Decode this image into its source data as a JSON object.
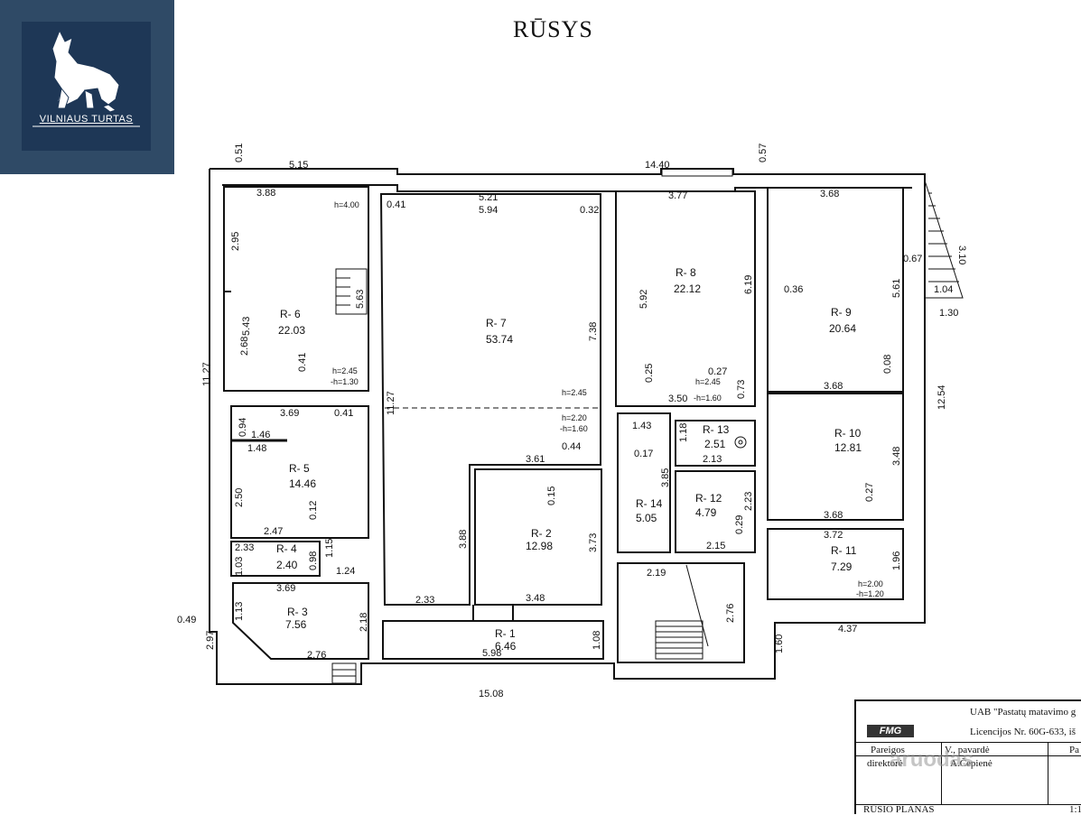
{
  "logo": {
    "brand": "VILNIAUS TURTAS",
    "icon": "wolf-icon",
    "bg": "#2f4a66",
    "inner": "#1e3756"
  },
  "title": "RŪSYS",
  "rooms": [
    {
      "id": "R- 1",
      "area": "6.46"
    },
    {
      "id": "R- 2",
      "area": "12.98"
    },
    {
      "id": "R- 3",
      "area": "7.56"
    },
    {
      "id": "R- 4",
      "area": "2.40"
    },
    {
      "id": "R- 5",
      "area": "14.46"
    },
    {
      "id": "R- 6",
      "area": "22.03"
    },
    {
      "id": "R- 7",
      "area": "53.74"
    },
    {
      "id": "R- 8",
      "area": "22.12"
    },
    {
      "id": "R- 9",
      "area": "20.64"
    },
    {
      "id": "R- 10",
      "area": "12.81"
    },
    {
      "id": "R- 11",
      "area": "7.29"
    },
    {
      "id": "R- 12",
      "area": "4.79"
    },
    {
      "id": "R- 13",
      "area": "2.51"
    },
    {
      "id": "R- 14",
      "area": "5.05"
    }
  ],
  "dims": {
    "outer_left_h": "11.27",
    "top_left": "5.15",
    "top_total": "14.40",
    "top_gap_left": "0.51",
    "top_gap_right": "0.57",
    "bottom_total": "15.08",
    "right_outer": "12.54",
    "bottom_left_h": "2.97",
    "bottom_left_w": "0.49",
    "bottom_right": "4.37",
    "bottom_right_h": "1.60",
    "r6_top": "3.88",
    "r6_left": "2.95",
    "r6_height": "5.43",
    "r6_side": "2.68",
    "r6_stair": "5.63",
    "r6_h": "h=4.00",
    "r6_bottom_a": "0.41",
    "r6_h2": "h=2.45",
    "r6_h3": "-h=1.30",
    "r7_top_a": "5.21",
    "r7_top_b": "5.94",
    "r7_left_gap": "0.41",
    "r7_right_gap": "0.32",
    "r7_right": "7.38",
    "r7_left": "11.27",
    "r7_h": "h=2.45",
    "r7_h2": "h=2.20",
    "r7_h3": "-h=1.60",
    "r7_bottom": "2.33",
    "r7_inner": "3.88",
    "r7_door": "0.44",
    "r7_door2": "0.17",
    "r8_top": "3.77",
    "r8_left": "5.92",
    "r8_right": "6.19",
    "r8_gap": "0.36",
    "r8_d1": "0.25",
    "r8_d2": "0.27",
    "r8_h": "h=2.45",
    "r8_bottom": "3.50",
    "r8_h2": "-h=1.60",
    "r8_d3": "0.73",
    "r9_top": "3.68",
    "r9_right": "5.61",
    "r9_gap": "0.67",
    "r9_stair": "3.10",
    "r9_ext": "1.04",
    "r9_ext2": "1.30",
    "r9_bottom": "3.68",
    "r9_d": "0.08",
    "r10_right": "3.48",
    "r10_bottom": "3.68",
    "r10_d": "0.27",
    "r11_top": "3.72",
    "r11_right": "1.96",
    "r11_h": "h=2.00",
    "r11_h2": "-h=1.20",
    "r13_left": "1.43",
    "r13_d": "1.18",
    "r13_bottom": "2.13",
    "r14_d": "3.85",
    "r12_right": "2.23",
    "r12_d": "0.29",
    "r12_bottom": "2.15",
    "stair_w": "2.19",
    "stair_h": "2.76",
    "r2_top": "3.61",
    "r2_d": "0.15",
    "r2_right": "3.73",
    "r2_bottom": "3.48",
    "r1_bottom": "5.98",
    "r1_right": "1.08",
    "r5_top": "3.69",
    "r5_left_a": "0.94",
    "r5_d1": "1.46",
    "r5_d2": "1.48",
    "r5_left": "2.50",
    "r5_bottom": "2.47",
    "r5_d3": "0.12",
    "r5_door": "0.41",
    "r4_left": "2.33",
    "r4_h": "1.03",
    "r4_d": "0.98",
    "r4_d2": "1.15",
    "r4_d3": "1.24",
    "r3_top": "3.69",
    "r3_left": "1.13",
    "r3_right": "2.18",
    "r3_bottom": "2.76"
  },
  "title_block": {
    "company": "UAB \"Pastatų matavimo g",
    "license": "Licencijos Nr. 60G-633, iš",
    "role_label1": "Pareigos",
    "role_label2": "direktorė",
    "name_label": "V., pavardė",
    "name": "A.Čepienė",
    "col3": "Pa",
    "plan": "RŪSIO PLANAS",
    "scale": "1:1",
    "logo": "FMG"
  },
  "watermark": "aruodas"
}
